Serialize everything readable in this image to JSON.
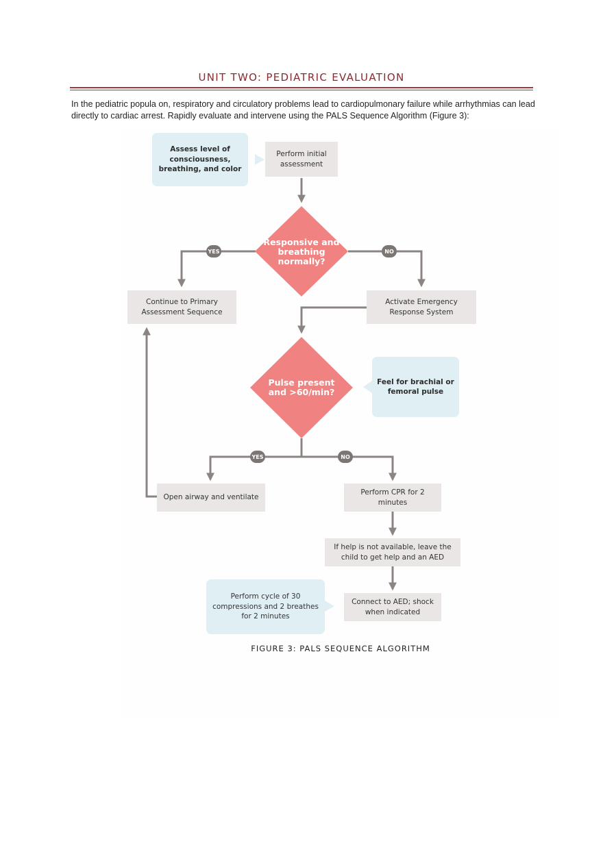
{
  "page": {
    "header": "UNIT TWO: PEDIATRIC EVALUATION",
    "intro": "In the pediatric popula on, respiratory and circulatory problems lead to cardiopulmonary failure while arrhythmias can lead directly to cardiac arrest. Rapidly evaluate and intervene using the PALS Sequence Algorithm (Figure 3):",
    "caption": "FIGURE 3: PALS SEQUENCE ALGORITHM"
  },
  "diagram": {
    "colors": {
      "decision": "#f08282",
      "process": "#e9e6e5",
      "note": "#e0eff4",
      "arrow": "#8a8482",
      "badge": "#7b7573"
    },
    "nodes": {
      "assess_note": "Assess level of consciousness, breathing, and color",
      "initial_assessment": "Perform initial assessment",
      "decision_responsive": "Responsive and breathing normally?",
      "primary_assessment": "Continue to Primary Assessment Sequence",
      "activate_ems": "Activate Emergency Response System",
      "decision_pulse": "Pulse present and >60/min?",
      "pulse_note": "Feel for brachial or femoral pulse",
      "open_airway": "Open airway and ventilate",
      "cpr": "Perform CPR for 2 minutes",
      "help_unavailable": "If help is not available, leave the child to get help and an AED",
      "connect_aed": "Connect to AED; shock when indicated",
      "cycle_note": "Perform cycle of 30 compressions and 2 breathes for 2 minutes"
    },
    "labels": {
      "yes": "YES",
      "no": "NO"
    }
  }
}
